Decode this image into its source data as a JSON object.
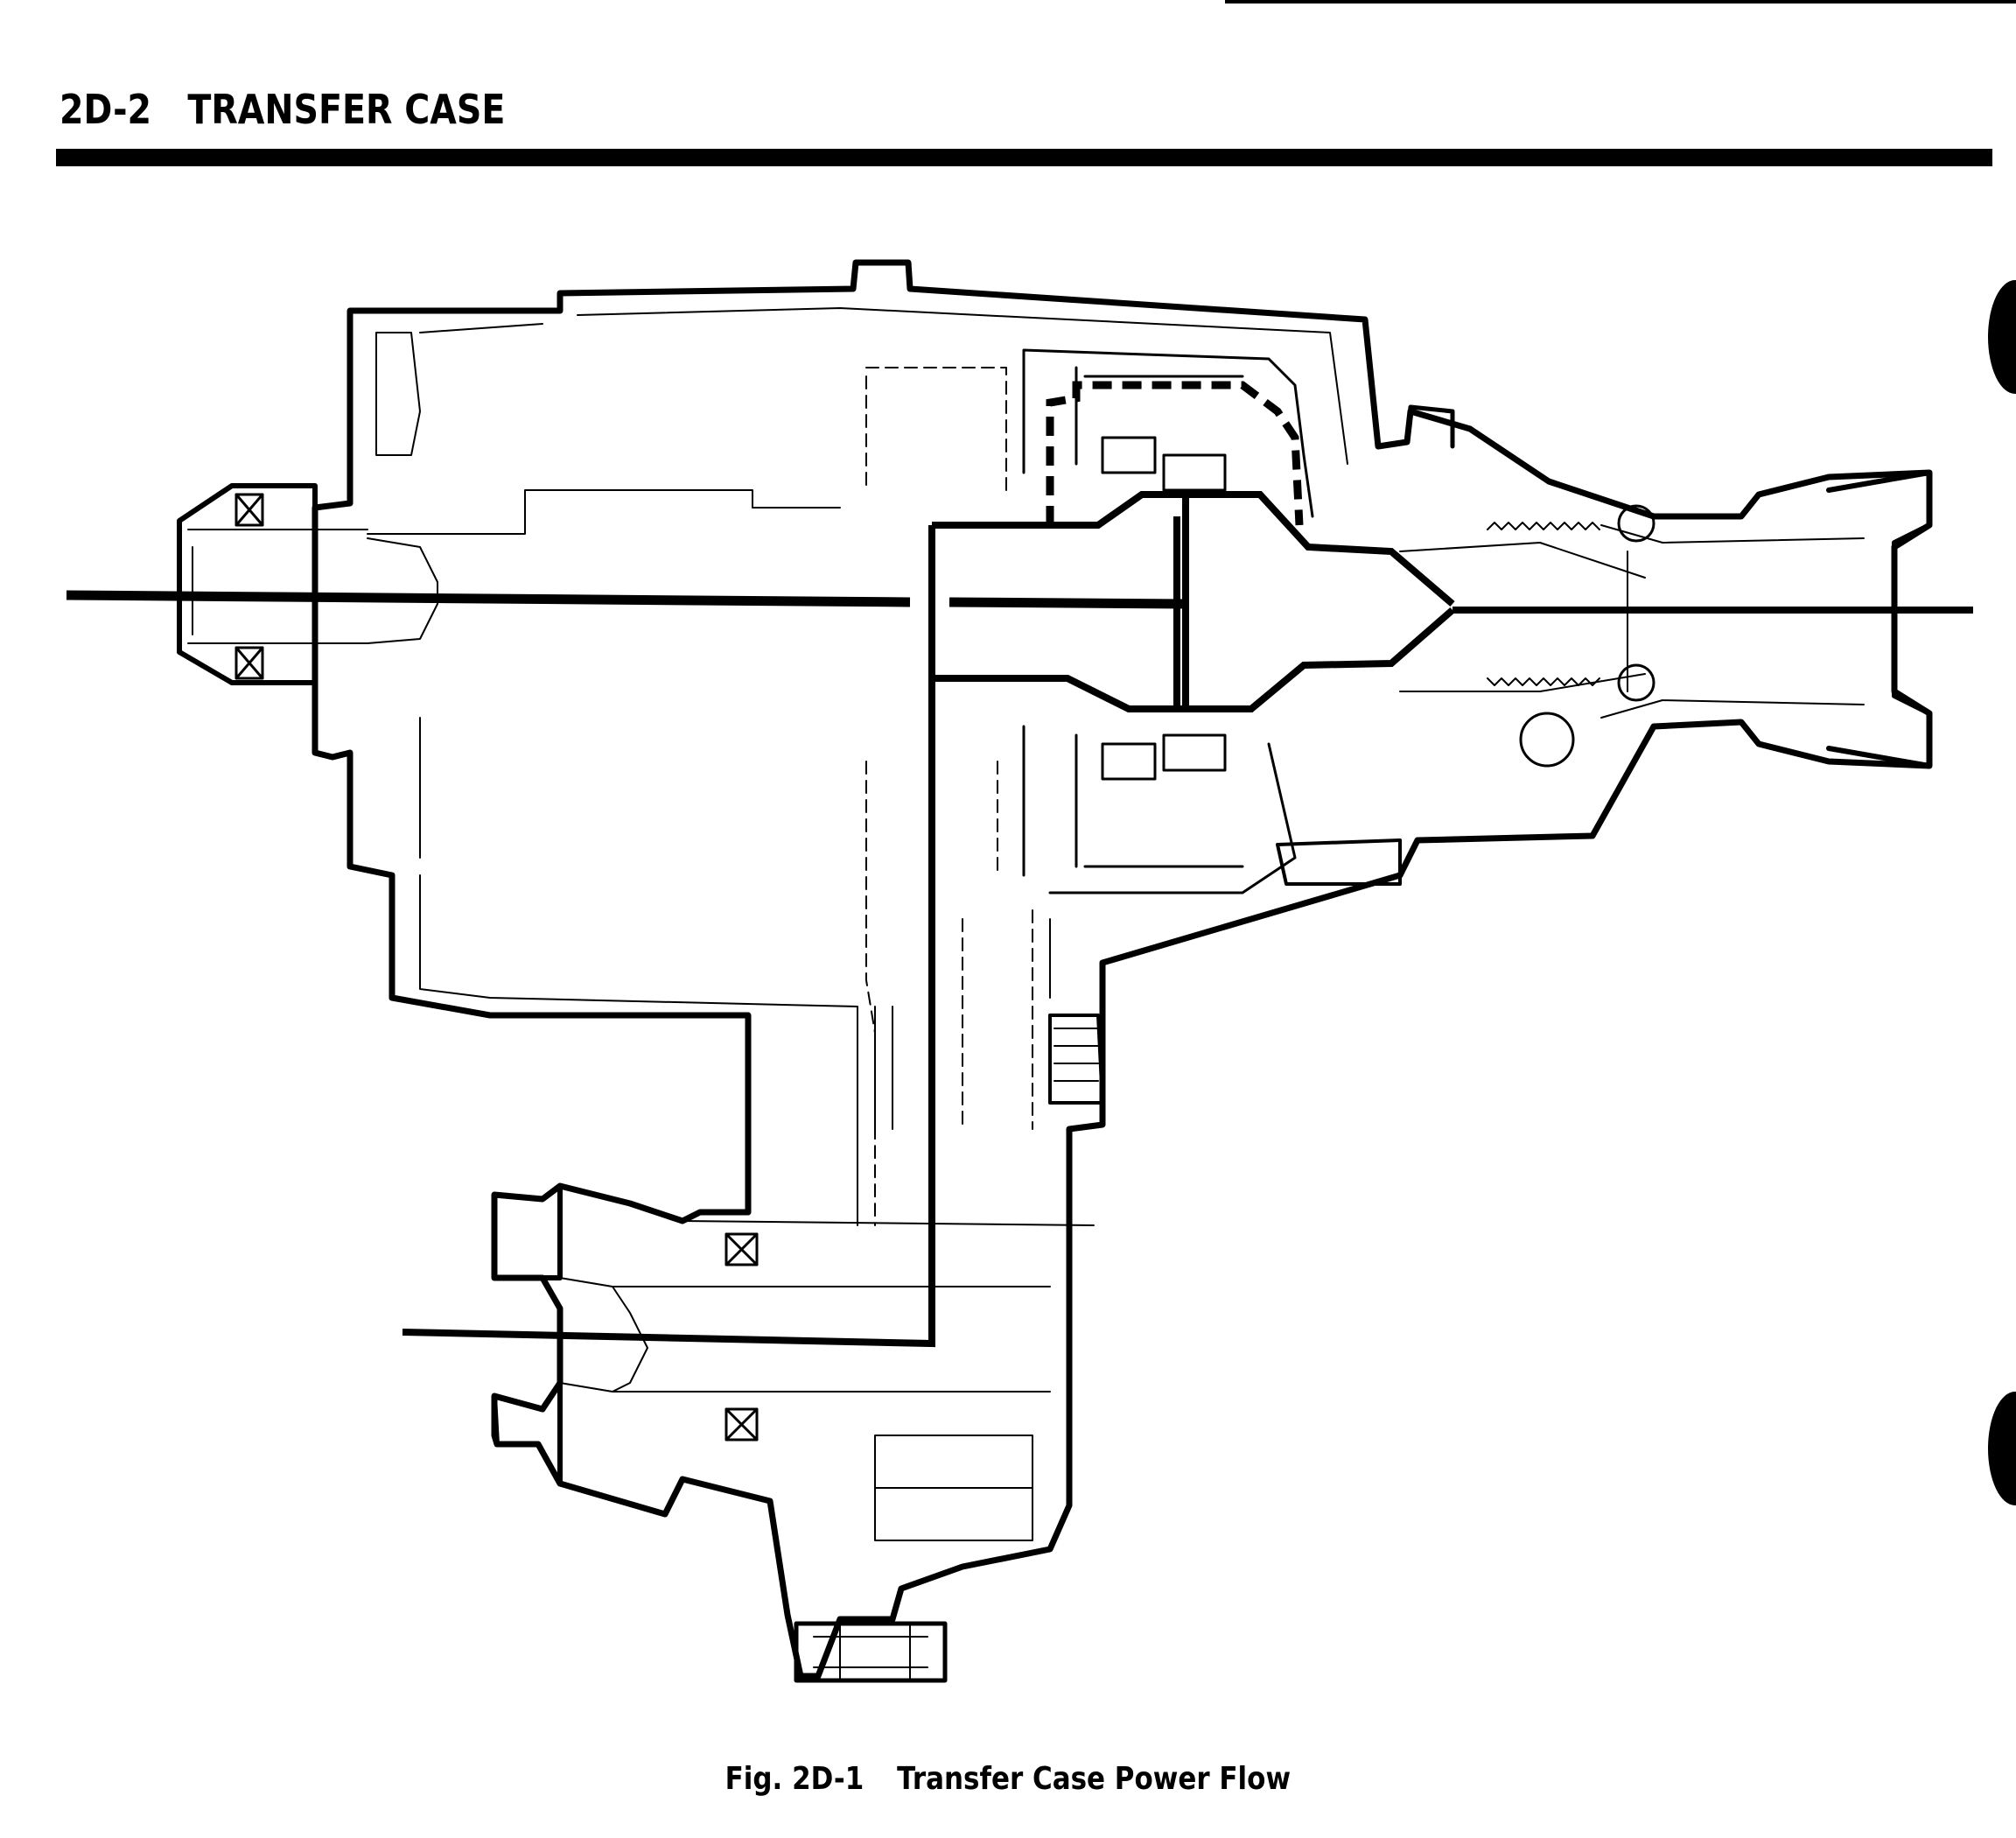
{
  "header": {
    "section_code": "2D-2",
    "section_title": "TRANSFER CASE"
  },
  "figure": {
    "label": "Fig. 2D-1",
    "title": "Transfer Case Power Flow"
  },
  "colors": {
    "ink": "#000000",
    "paper": "#ffffff"
  }
}
